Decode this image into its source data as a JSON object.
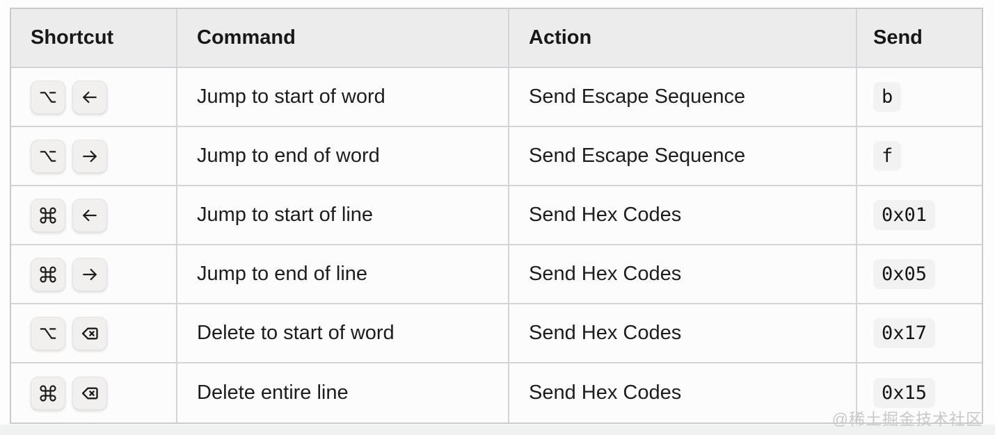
{
  "table": {
    "headers": [
      "Shortcut",
      "Command",
      "Action",
      "Send"
    ],
    "rows": [
      {
        "keys": [
          {
            "name": "option",
            "symbol": "⌥"
          },
          {
            "name": "arrow-left",
            "symbol": "←"
          }
        ],
        "command": "Jump to start of word",
        "action": "Send Escape Sequence",
        "send": "b"
      },
      {
        "keys": [
          {
            "name": "option",
            "symbol": "⌥"
          },
          {
            "name": "arrow-right",
            "symbol": "→"
          }
        ],
        "command": "Jump to end of word",
        "action": "Send Escape Sequence",
        "send": "f"
      },
      {
        "keys": [
          {
            "name": "command",
            "symbol": "⌘"
          },
          {
            "name": "arrow-left",
            "symbol": "←"
          }
        ],
        "command": "Jump to start of line",
        "action": "Send Hex Codes",
        "send": "0x01"
      },
      {
        "keys": [
          {
            "name": "command",
            "symbol": "⌘"
          },
          {
            "name": "arrow-right",
            "symbol": "→"
          }
        ],
        "command": "Jump to end of line",
        "action": "Send Hex Codes",
        "send": "0x05"
      },
      {
        "keys": [
          {
            "name": "option",
            "symbol": "⌥"
          },
          {
            "name": "delete",
            "symbol": "⌫"
          }
        ],
        "command": "Delete to start of word",
        "action": "Send Hex Codes",
        "send": "0x17"
      },
      {
        "keys": [
          {
            "name": "command",
            "symbol": "⌘"
          },
          {
            "name": "delete",
            "symbol": "⌫"
          }
        ],
        "command": "Delete entire line",
        "action": "Send Hex Codes",
        "send": "0x15"
      }
    ]
  },
  "watermark": "@稀土掘金技术社区",
  "colors": {
    "header_bg": "#ececec",
    "row_bg": "#fcfcfd",
    "border_outer": "#c9cacd",
    "border_inner": "#d3d4d7",
    "kbd_bg": "#f1f0ef",
    "kbd_border": "#e4e3e2",
    "code_chip_bg": "#f2f2f3",
    "text": "#1d1d1f",
    "watermark_text": "#c8c8c8",
    "page_bg": "#fdfdfd",
    "page_bottom_strip": "#f0f1f1"
  }
}
